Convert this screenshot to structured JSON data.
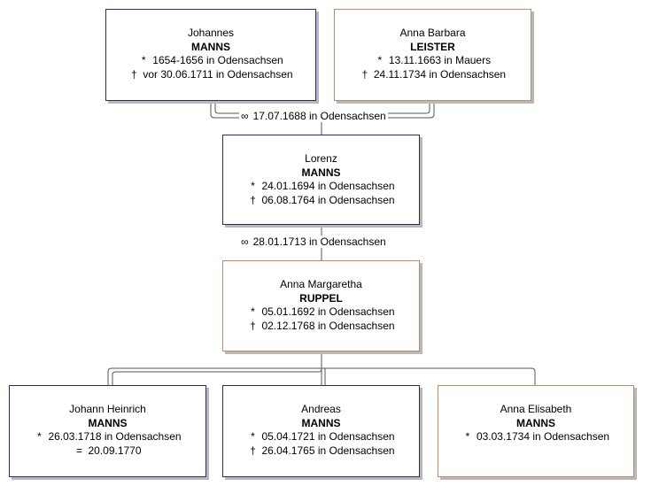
{
  "persons": {
    "johannes": {
      "given": "Johannes",
      "surname": "MANNS",
      "events": [
        {
          "symbol": "*",
          "text": "1654-1656 in Odensachsen"
        },
        {
          "symbol": "†",
          "text": "vor 30.06.1711 in Odensachsen"
        }
      ]
    },
    "anna_barbara": {
      "given": "Anna Barbara",
      "surname": "LEISTER",
      "events": [
        {
          "symbol": "*",
          "text": "13.11.1663 in Mauers"
        },
        {
          "symbol": "†",
          "text": "24.11.1734 in Odensachsen"
        }
      ]
    },
    "lorenz": {
      "given": "Lorenz",
      "surname": "MANNS",
      "events": [
        {
          "symbol": "*",
          "text": "24.01.1694 in Odensachsen"
        },
        {
          "symbol": "†",
          "text": "06.08.1764 in Odensachsen"
        }
      ]
    },
    "anna_margaretha": {
      "given": "Anna Margaretha",
      "surname": "RUPPEL",
      "events": [
        {
          "symbol": "*",
          "text": "05.01.1692 in Odensachsen"
        },
        {
          "symbol": "†",
          "text": "02.12.1768 in Odensachsen"
        }
      ]
    },
    "johann_heinrich": {
      "given": "Johann Heinrich",
      "surname": "MANNS",
      "events": [
        {
          "symbol": "*",
          "text": "26.03.1718 in Odensachsen"
        },
        {
          "symbol": "=",
          "text": "20.09.1770"
        }
      ]
    },
    "andreas": {
      "given": "Andreas",
      "surname": "MANNS",
      "events": [
        {
          "symbol": "*",
          "text": "05.04.1721 in Odensachsen"
        },
        {
          "symbol": "†",
          "text": "26.04.1765 in Odensachsen"
        }
      ]
    },
    "anna_elisabeth": {
      "given": "Anna Elisabeth",
      "surname": "MANNS",
      "events": [
        {
          "symbol": "*",
          "text": "03.03.1734 in Odensachsen"
        }
      ]
    }
  },
  "marriages": {
    "parents": {
      "symbol": "∞",
      "text": "17.07.1688 in Odensachsen"
    },
    "couple": {
      "symbol": "∞",
      "text": "28.01.1713 in Odensachsen"
    }
  },
  "colors": {
    "male_border": "#2a2a78",
    "female_border": "#c48a68",
    "line": "#555555",
    "shadow": "#b8b8b8"
  }
}
